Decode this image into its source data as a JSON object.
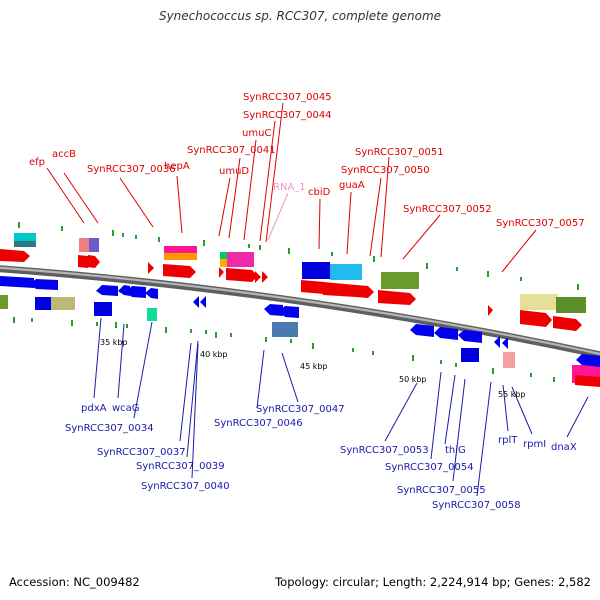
{
  "title": "Synechococcus sp. RCC307, complete genome",
  "footer": {
    "accession": "Accession: NC_009482",
    "summary": "Topology: circular; Length: 2,224,914 bp; Genes: 2,582"
  },
  "colors": {
    "forward_gene": "#ee0000",
    "reverse_gene": "#0000ee",
    "rna_label": "#e899d0",
    "backbone": "#888888"
  },
  "labels_top": {
    "efp": "efp",
    "accB": "accB",
    "syn36": "SynRCC307_0036",
    "hepA": "hepA",
    "umuD": "umuD",
    "syn41": "SynRCC307_0041",
    "umuC": "umuC",
    "syn44": "SynRCC307_0044",
    "syn45": "SynRCC307_0045",
    "rna1": "RNA_1",
    "cbiD": "cbiD",
    "guaA": "guaA",
    "syn50": "SynRCC307_0050",
    "syn51": "SynRCC307_0051",
    "syn52": "SynRCC307_0052",
    "syn57": "SynRCC307_0057"
  },
  "labels_bottom": {
    "pdxA": "pdxA",
    "wcaG": "wcaG",
    "syn34": "SynRCC307_0034",
    "syn37": "SynRCC307_0037",
    "syn39": "SynRCC307_0039",
    "syn40": "SynRCC307_0040",
    "syn46": "SynRCC307_0046",
    "syn47": "SynRCC307_0047",
    "syn53": "SynRCC307_0053",
    "syn54": "SynRCC307_0054",
    "thiG": "thiG",
    "syn55": "SynRCC307_0055",
    "syn58": "SynRCC307_0058",
    "rplT": "rplT",
    "rpmI": "rpmI",
    "dnaX": "dnaX"
  },
  "kbp_ticks": {
    "k35": "35 kbp",
    "k40": "40 kbp",
    "k45": "45 kbp",
    "k50": "50 kbp",
    "k55": "55 kbp"
  }
}
